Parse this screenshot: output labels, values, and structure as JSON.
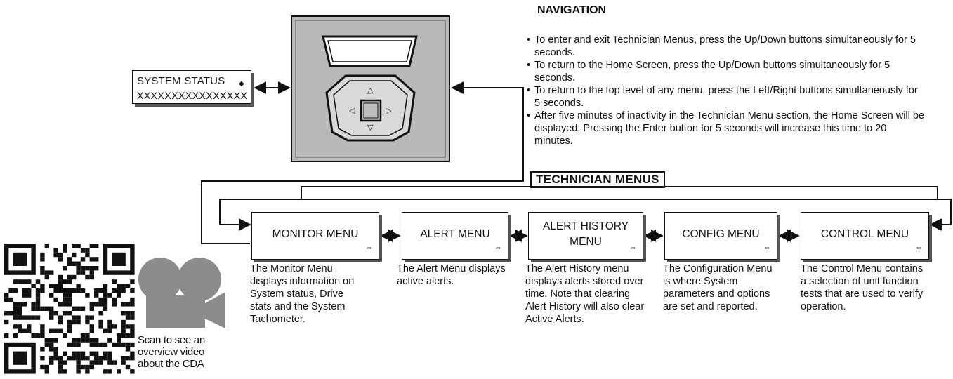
{
  "status_box": {
    "line1": "SYSTEM STATUS",
    "line2": "XXXXXXXXXXXXXXXX",
    "selector_glyph": "◆"
  },
  "keypad": {
    "up_glyph": "△",
    "down_glyph": "▽",
    "left_glyph": "◁",
    "right_glyph": "▷"
  },
  "navigation": {
    "title": "NAVIGATION",
    "items": [
      "To enter and exit Technician Menus, press the Up/Down buttons simultaneously for 5 seconds.",
      "To return to the Home Screen, press the Up/Down buttons simultaneously for 5 seconds.",
      "To return to the top level of any menu, press the Left/Right buttons simultaneously for 5 seconds.",
      "After five minutes of inactivity in the Technician Menu section, the Home Screen will be displayed. Pressing the Enter button for 5 seconds will increase this time to 20 minutes."
    ]
  },
  "technician_menus": {
    "title": "TECHNICIAN MENUS",
    "selector_glyph": "⇔",
    "menus": [
      {
        "label": "MONITOR MENU",
        "description": "The Monitor Menu displays information on System status, Drive stats and the System Tachometer."
      },
      {
        "label": "ALERT MENU",
        "description": "The Alert Menu displays active alerts."
      },
      {
        "label_line1": "ALERT HISTORY",
        "label_line2": "MENU",
        "description": "The Alert History menu displays alerts stored over time. Note that clearing Alert History will also clear Active Alerts."
      },
      {
        "label": "CONFIG MENU",
        "description": "The Configuration Menu is where System parameters and options are set and reported."
      },
      {
        "label": "CONTROL MENU",
        "description": "The Control Menu contains a selection of unit function tests that are used to verify operation."
      }
    ]
  },
  "video": {
    "caption_line1": "Scan to see an",
    "caption_line2": "overview video",
    "caption_line3": "about the CDA",
    "icon": "video-camera-icon"
  },
  "colors": {
    "panel_gray": "#b9b9b9",
    "icon_gray": "#8c8c8c",
    "line": "#111111"
  }
}
